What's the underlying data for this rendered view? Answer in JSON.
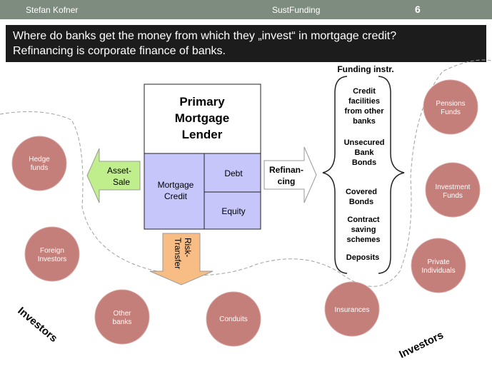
{
  "header": {
    "author": "Stefan Kofner",
    "subject": "SustFunding",
    "page": "6"
  },
  "title": {
    "line1": "Where do banks get the money from which they „invest“ in mortgage credit?",
    "line2": "Refinancing  is corporate finance of banks."
  },
  "lender": {
    "line1": "Primary",
    "line2": "Mortgage",
    "line3": "Lender",
    "credit1": "Mortgage",
    "credit2": "Credit",
    "debt": "Debt",
    "equity": "Equity"
  },
  "asset_sale": {
    "line1": "Asset-",
    "line2": "Sale"
  },
  "risk_transfer": {
    "line1": "Risk-",
    "line2": "Transfer"
  },
  "refinancing": {
    "line1": "Refinan-",
    "line2": "cing"
  },
  "funding": {
    "heading": "Funding instr.",
    "credit": [
      "Credit",
      "facilities",
      "from other",
      "banks"
    ],
    "unsecured": [
      "Unsecured",
      "Bank",
      "Bonds"
    ],
    "covered": [
      "Covered",
      "Bonds"
    ],
    "contract": [
      "Contract",
      "saving",
      "schemes"
    ],
    "deposits": "Deposits"
  },
  "investors": {
    "hedge": [
      "Hedge",
      "funds"
    ],
    "foreign": [
      "Foreign",
      "Investors"
    ],
    "other_banks": [
      "Other",
      "banks"
    ],
    "conduits": "Conduits",
    "insurances": "Insurances",
    "private": [
      "Private",
      "Individuals"
    ],
    "investment": [
      "Investment",
      "Funds"
    ],
    "pensions": [
      "Pensions",
      "Funds"
    ],
    "label_left": "Investors",
    "label_right": "Investors"
  },
  "colors": {
    "circle": "#c47f7a",
    "lender_blue": "#c6c6fa",
    "arrow_green": "#c0ee8c",
    "arrow_orange": "#f7bd84",
    "header_bg": "#7e8c7f",
    "title_bg": "#1c1c1c"
  }
}
